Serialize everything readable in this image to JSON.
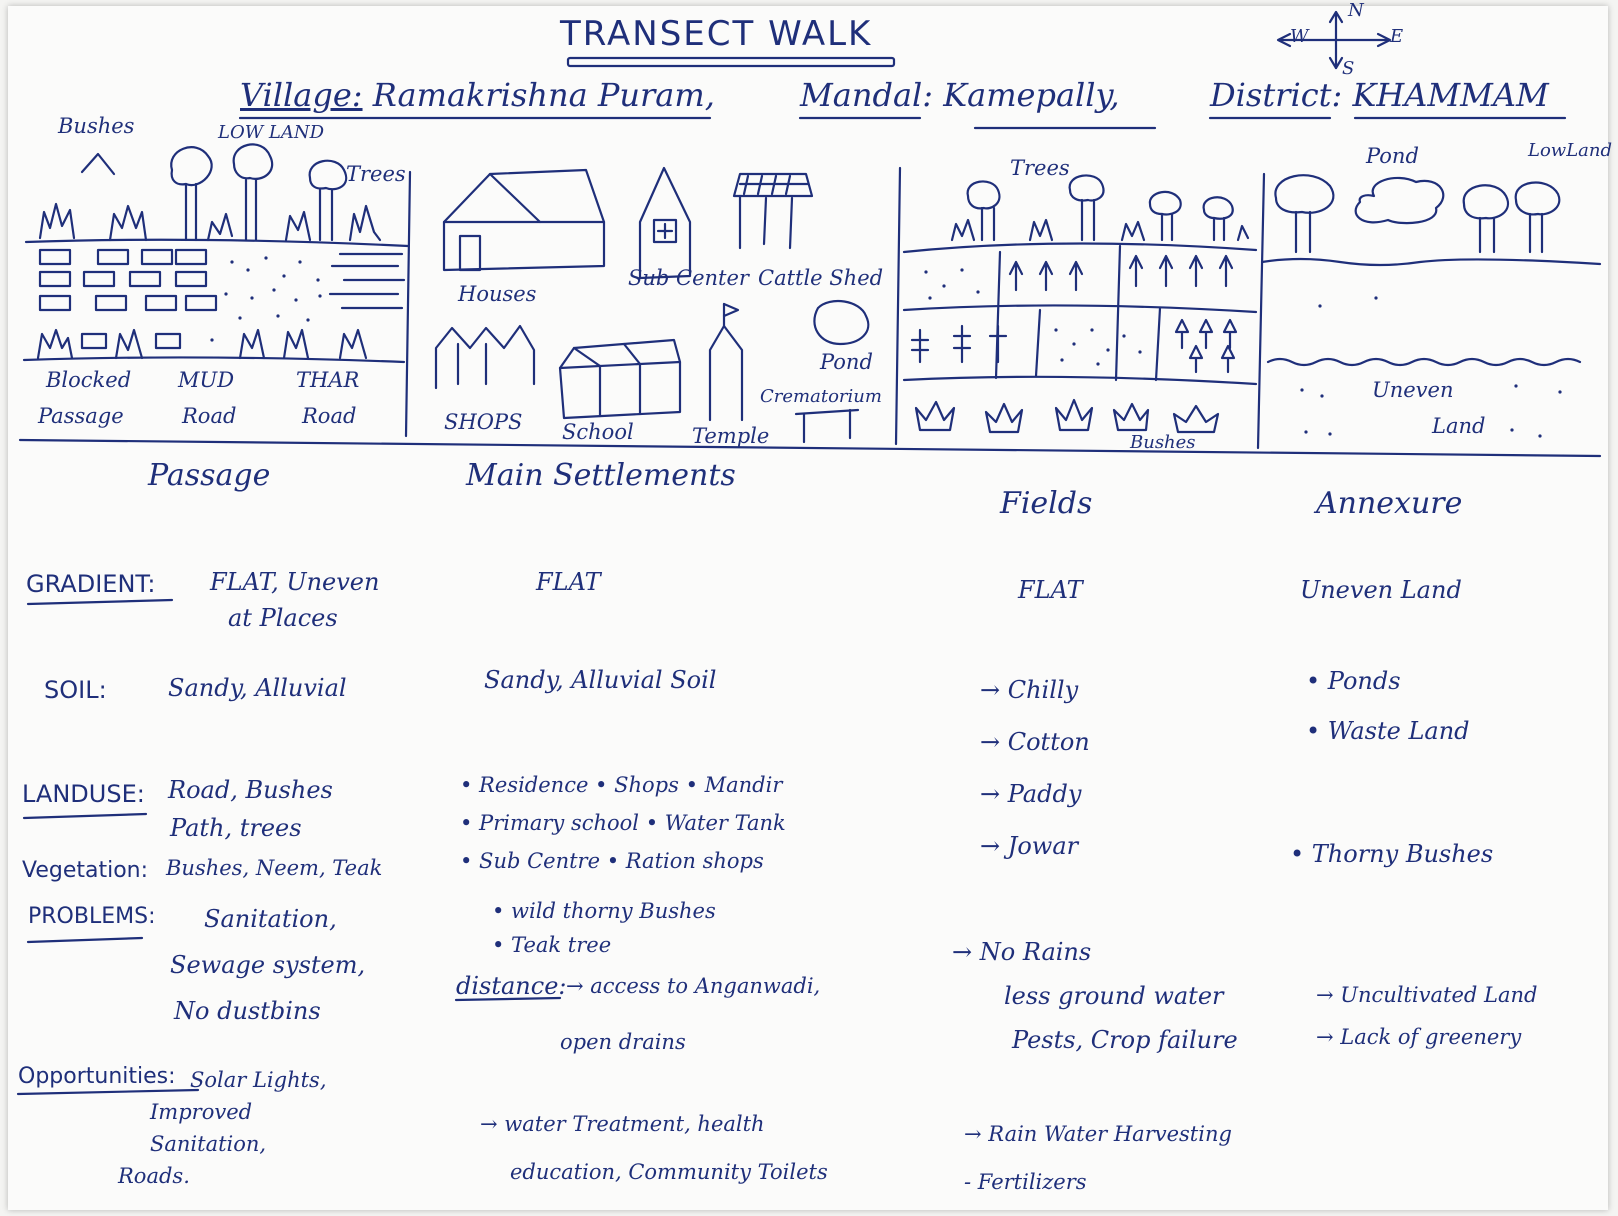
{
  "title": "TRANSECT WALK",
  "compass": {
    "n": "N",
    "s": "S",
    "e": "E",
    "w": "W"
  },
  "location": {
    "village_label": "Village:",
    "village": "Ramakrishna Puram",
    "mandal_label": "Mandal:",
    "mandal": "Kamepally",
    "district_label": "District:",
    "district": "KHAMMAM"
  },
  "sketch": {
    "passage": {
      "bushes": "Bushes",
      "lowland": "LOW LAND",
      "trees": "Trees",
      "blocked": "Blocked",
      "passage": "Passage",
      "mud": "MUD",
      "road1": "Road",
      "thar": "THAR",
      "road2": "Road"
    },
    "settlement": {
      "houses": "Houses",
      "subcenter": "Sub Center",
      "cattle": "Cattle Shed",
      "shops": "SHOPS",
      "school": "School",
      "temple": "Temple",
      "pond": "Pond",
      "crematorium": "Crematorium"
    },
    "fields": {
      "trees": "Trees",
      "bushes": "Bushes"
    },
    "annexure": {
      "pond": "Pond",
      "lowland": "LowLand",
      "uneven": "Uneven",
      "land": "Land"
    }
  },
  "columns": {
    "passage": "Passage",
    "settlement": "Main Settlements",
    "fields": "Fields",
    "annexure": "Annexure"
  },
  "rows": {
    "gradient": {
      "label": "GRADIENT:",
      "passage": "FLAT, Uneven",
      "passage2": "at Places",
      "settlement": "FLAT",
      "fields": "FLAT",
      "annexure": "Uneven Land"
    },
    "soil": {
      "label": "SOIL:",
      "passage": "Sandy, Alluvial",
      "settlement": "Sandy, Alluvial Soil",
      "fields": [
        "→ Chilly",
        "→ Cotton",
        "→ Paddy",
        "→ Jowar"
      ],
      "annexure": [
        "• Ponds",
        "• Waste Land"
      ]
    },
    "landuse": {
      "label": "LANDUSE:",
      "passage": "Road, Bushes",
      "passage2": "Path, trees",
      "settlement": [
        "• Residence • Shops • Mandir",
        "• Primary school • Water Tank",
        "• Sub Centre • Ration shops"
      ],
      "annexure": "• Thorny Bushes"
    },
    "vegetation": {
      "label": "Vegetation:",
      "passage": "Bushes, Neem, Teak",
      "settlement": [
        "• wild thorny Bushes",
        "• Teak tree"
      ]
    },
    "problems": {
      "label": "PROBLEMS:",
      "passage": [
        "Sanitation,",
        "Sewage system,",
        "No dustbins"
      ],
      "settlement_label": "distance:",
      "settlement": "→ access to Anganwadi,",
      "settlement2": "open drains",
      "fields": [
        "→ No Rains",
        "less ground water",
        "Pests, Crop failure"
      ],
      "annexure": [
        "→ Uncultivated Land",
        "→ Lack of greenery"
      ]
    },
    "opportunities": {
      "label": "Opportunities:",
      "passage": [
        "Solar Lights,",
        "Improved",
        "Sanitation,",
        "Roads."
      ],
      "settlement": [
        "→ water Treatment, health",
        "education, Community Toilets"
      ],
      "fields": [
        "→ Rain Water Harvesting",
        "- Fertilizers"
      ]
    }
  }
}
